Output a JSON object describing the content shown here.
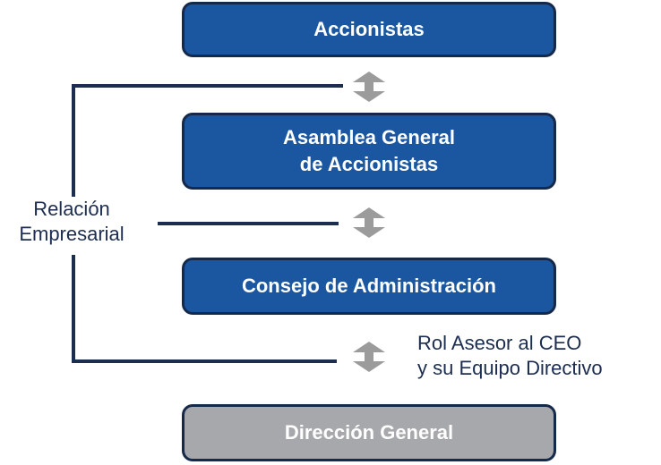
{
  "nodes": {
    "shareholders": "Accionistas",
    "assembly_line1": "Asamblea General",
    "assembly_line2": "de Accionistas",
    "board": "Consejo de Administración",
    "management": "Dirección General"
  },
  "labels": {
    "relation_line1": "Relación",
    "relation_line2": "Empresarial",
    "advisory_line1": "Rol Asesor al CEO",
    "advisory_line2": "y su Equipo Directivo"
  },
  "colors": {
    "box_blue": "#1b56a0",
    "box_gray": "#a6a8ab",
    "border_navy": "#15294a",
    "connector_navy": "#1c2d4f",
    "arrow_gray": "#9b9b9b"
  }
}
